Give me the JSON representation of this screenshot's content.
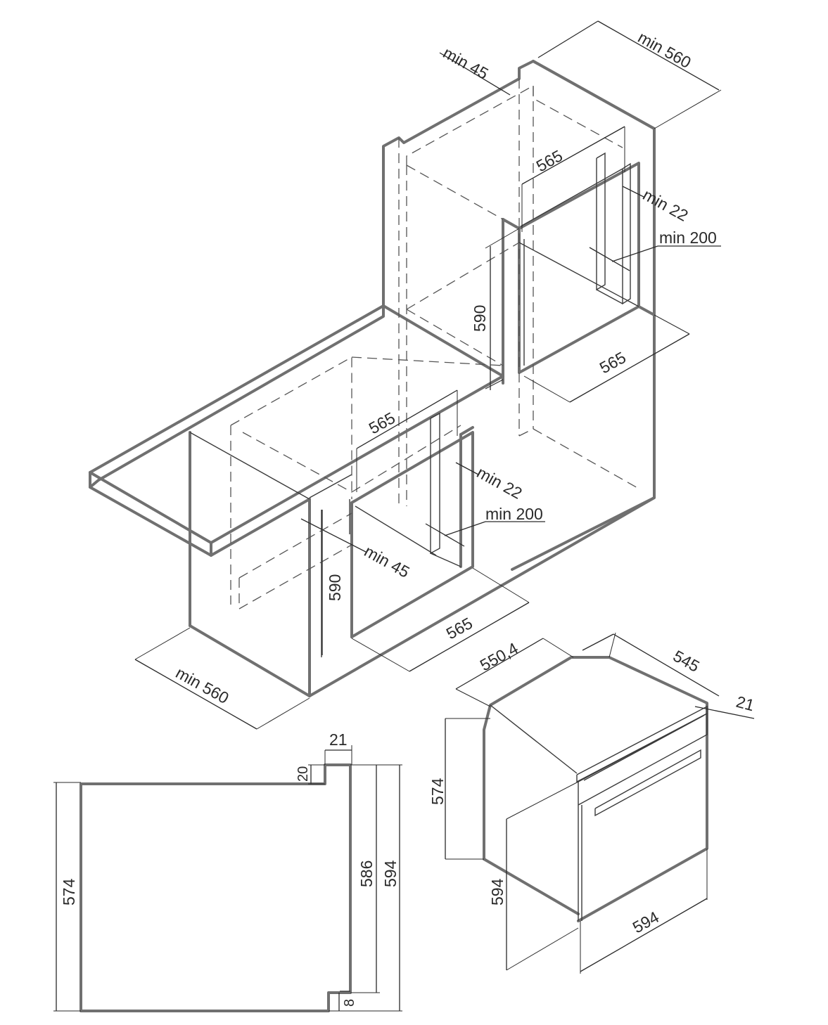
{
  "upper_cabinet": {
    "depth_min": "min 560",
    "top_gap_min": "min 45",
    "inner_width": "565",
    "side_gap_min": "min 22",
    "vent_min": "min 200",
    "height": "590",
    "width": "565"
  },
  "lower_cabinet": {
    "inner_width": "565",
    "side_gap_min": "min 22",
    "vent_min": "min 200",
    "rear_gap_min": "min 45",
    "height": "590",
    "width": "565",
    "depth_min": "min 560"
  },
  "oven_iso": {
    "depth_total": "550,4",
    "depth_body": "545",
    "front_thickness": "21",
    "body_height": "574",
    "front_height": "594",
    "front_width": "594"
  },
  "side_view": {
    "front_thickness": "21",
    "top_step": "20",
    "body_height": "574",
    "inner_height": "586",
    "total_height": "594",
    "bottom_step": "8"
  }
}
